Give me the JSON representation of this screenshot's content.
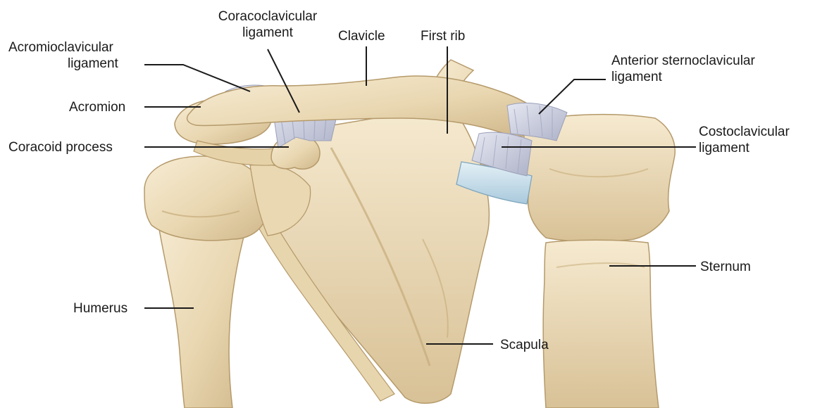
{
  "labels": {
    "acromioclavicular": {
      "line1": "Acromioclavicular",
      "line2": "ligament"
    },
    "coracoclavicular": {
      "line1": "Coracoclavicular",
      "line2": "ligament"
    },
    "clavicle": "Clavicle",
    "first_rib": "First rib",
    "anterior_sternoclavicular": {
      "line1": "Anterior sternoclavicular",
      "line2": "ligament"
    },
    "acromion": "Acromion",
    "coracoid_process": "Coracoid process",
    "costoclavicular": {
      "line1": "Costoclavicular",
      "line2": "ligament"
    },
    "sternum": "Sternum",
    "humerus": "Humerus",
    "scapula": "Scapula"
  },
  "colors": {
    "bone_light": "#f3e6c9",
    "bone_mid": "#e2cda3",
    "bone_shadow": "#c8ad7c",
    "ligament": "#c9ccdc",
    "cartilage": "#cfe3ee",
    "leader_line": "#1a1a1a"
  }
}
